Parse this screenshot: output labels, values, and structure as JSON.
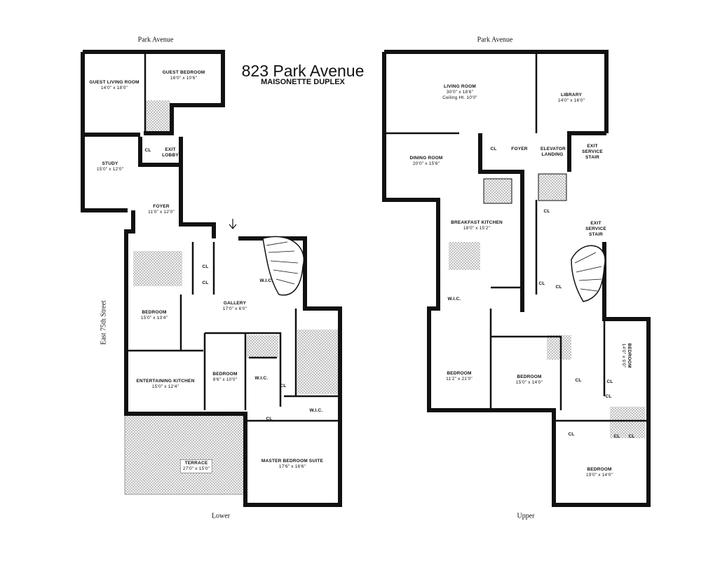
{
  "title": "823 Park Avenue",
  "subtitle": "MAISONETTE DUPLEX",
  "colors": {
    "wall": "#111111",
    "hatch": "#bdbdbd",
    "background": "#ffffff"
  },
  "lower": {
    "level_label": "Lower",
    "street_top": "Park Avenue",
    "street_side": "East 75th Street",
    "rooms": [
      {
        "name": "GUEST LIVING ROOM",
        "dim": "14'0\" x 18'0\""
      },
      {
        "name": "GUEST BEDROOM",
        "dim": "16'0\" x 10'6\""
      },
      {
        "name": "STUDY",
        "dim": "15'0\" x 12'0\""
      },
      {
        "name": "CL",
        "dim": ""
      },
      {
        "name": "EXIT LOBBY",
        "dim": ""
      },
      {
        "name": "FOYER",
        "dim": "11'0\" x 12'0\""
      },
      {
        "name": "BEDROOM",
        "dim": "15'0\" x 13'4\""
      },
      {
        "name": "GALLERY",
        "dim": "17'0\" x 6'0\""
      },
      {
        "name": "ENTERTAINING KITCHEN",
        "dim": "15'0\" x 12'4\""
      },
      {
        "name": "BEDROOM",
        "dim": "8'6\" x 10'0\""
      },
      {
        "name": "W.I.C.",
        "dim": ""
      },
      {
        "name": "W.I.C.",
        "dim": ""
      },
      {
        "name": "CL",
        "dim": ""
      },
      {
        "name": "CL",
        "dim": ""
      },
      {
        "name": "CL",
        "dim": ""
      },
      {
        "name": "CL",
        "dim": ""
      },
      {
        "name": "W.I.C.",
        "dim": ""
      },
      {
        "name": "TERRACE",
        "dim": "27'0\" x 15'0\""
      },
      {
        "name": "MASTER BEDROOM SUITE",
        "dim": "17'6\" x 16'6\""
      }
    ]
  },
  "upper": {
    "level_label": "Upper",
    "street_top": "Park Avenue",
    "rooms": [
      {
        "name": "LIVING ROOM",
        "dim": "30'0\" x 18'6\"",
        "dim2": "Ceiling Ht. 10'0\""
      },
      {
        "name": "LIBRARY",
        "dim": "14'0\" x 16'0\""
      },
      {
        "name": "DINING ROOM",
        "dim": "20'0\" x 15'6\""
      },
      {
        "name": "CL",
        "dim": ""
      },
      {
        "name": "FOYER",
        "dim": ""
      },
      {
        "name": "ELEVATOR LANDING",
        "dim": ""
      },
      {
        "name": "EXIT SERVICE STAIR",
        "dim": ""
      },
      {
        "name": "BREAKFAST KITCHEN",
        "dim": "18'0\" x 15'2\""
      },
      {
        "name": "CL",
        "dim": ""
      },
      {
        "name": "EXIT SERVICE STAIR",
        "dim": ""
      },
      {
        "name": "CL",
        "dim": ""
      },
      {
        "name": "CL",
        "dim": ""
      },
      {
        "name": "W.I.C.",
        "dim": ""
      },
      {
        "name": "BEDROOM",
        "dim": "11'2\" x 21'0\""
      },
      {
        "name": "BEDROOM",
        "dim": "15'0\" x 14'0\""
      },
      {
        "name": "CL",
        "dim": ""
      },
      {
        "name": "BEDROOM",
        "dim": "14'0\" x 9'0\""
      },
      {
        "name": "CL",
        "dim": ""
      },
      {
        "name": "CL",
        "dim": ""
      },
      {
        "name": "CL",
        "dim": ""
      },
      {
        "name": "CL",
        "dim": ""
      },
      {
        "name": "CL",
        "dim": ""
      },
      {
        "name": "BEDROOM",
        "dim": "19'0\" x 14'0\""
      }
    ]
  }
}
